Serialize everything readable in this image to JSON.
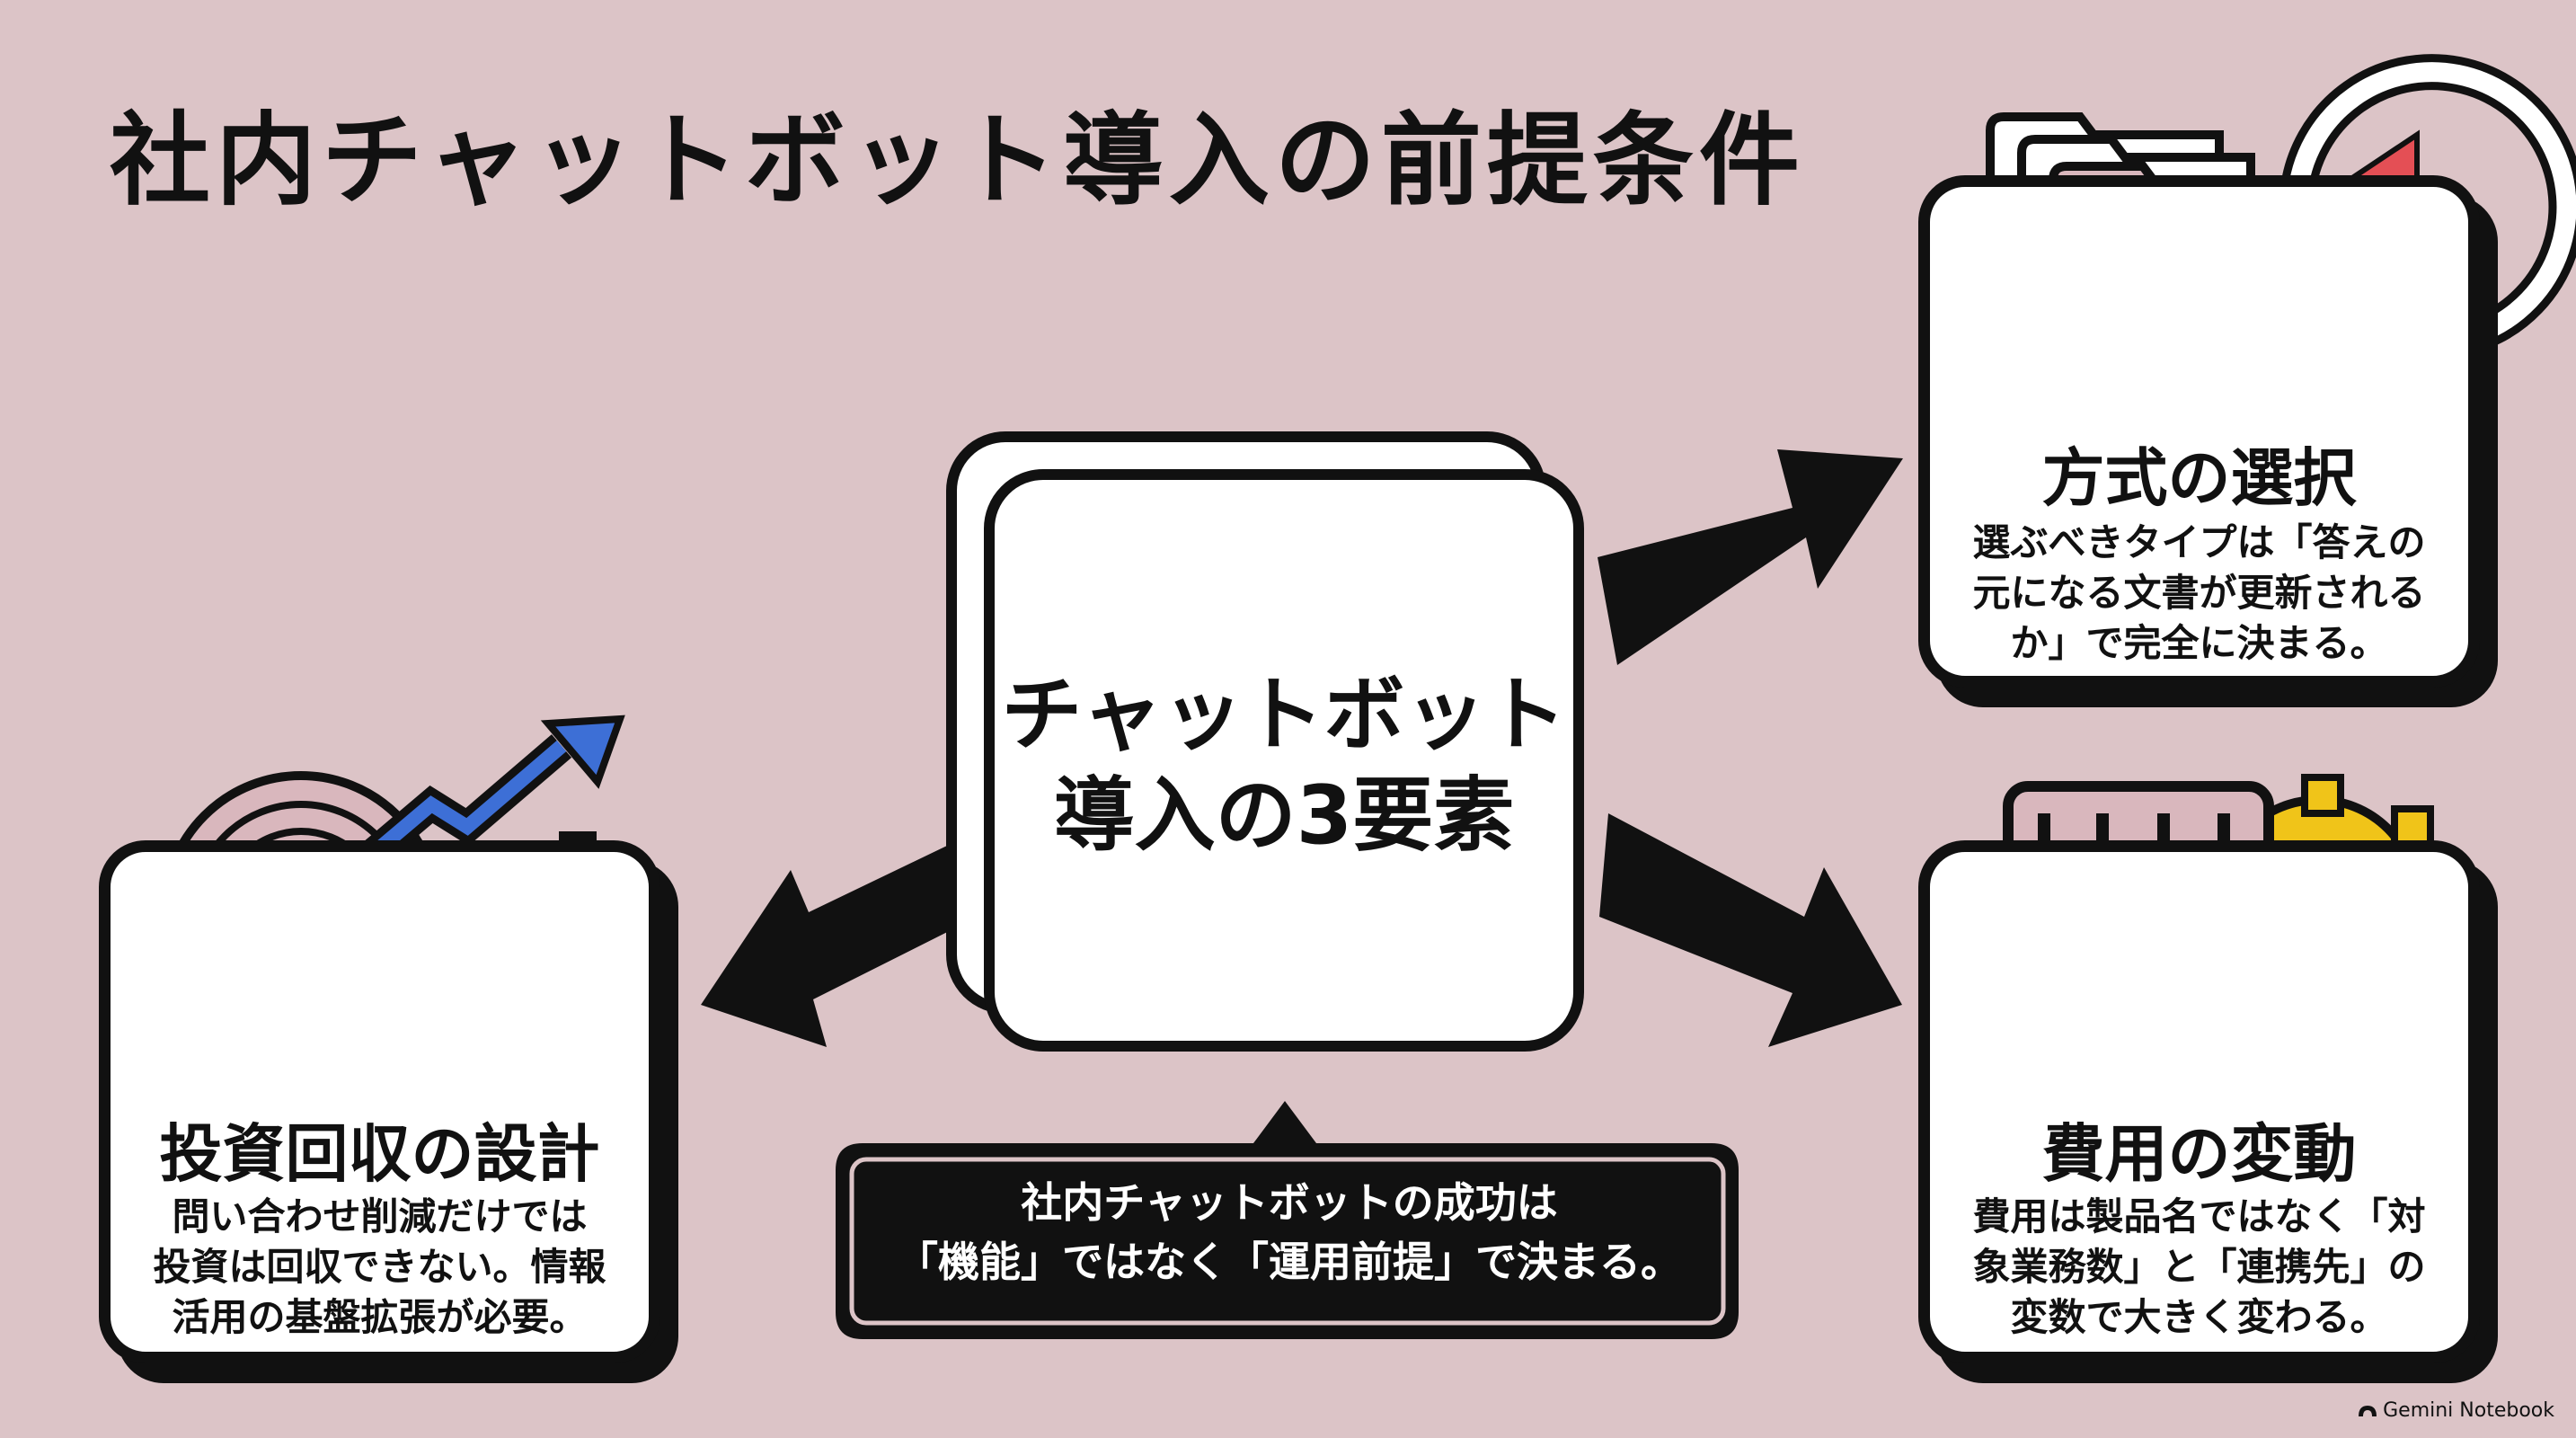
{
  "title": "社内チャットボット導入の前提条件",
  "center": {
    "lines": [
      "チャットボット",
      "導入の3要素"
    ]
  },
  "cards": {
    "investment": {
      "heading": "投資回収の設計",
      "lines": [
        "問い合わせ削減だけでは",
        "投資は回収できない。情報",
        "活用の基盤拡張が必要。"
      ]
    },
    "method": {
      "heading": "方式の選択",
      "lines": [
        "選ぶべきタイプは「答えの",
        "元になる文書が更新される",
        "か」で完全に決まる。"
      ]
    },
    "cost": {
      "heading": "費用の変動",
      "lines": [
        "費用は製品名ではなく「対",
        "象業務数」と「連携先」の",
        "変数で大きく変わる。"
      ]
    }
  },
  "banner": {
    "lines": [
      "社内チャットボットの成功は",
      "「機能」ではなく「運用前提」で決まる。"
    ]
  },
  "brand": "Gemini Notebook",
  "colors": {
    "background": "#dcc4c7",
    "ink": "#111111",
    "accent_red": "#e44f55",
    "accent_blue": "#3d6fd6",
    "accent_yellow": "#f0c419",
    "icon_fill": "#d9b7bd"
  },
  "icons": {
    "investment": "target-chart-icon",
    "method": "folders-gear-cycle-icon",
    "cost": "sliders-gear-icon"
  }
}
